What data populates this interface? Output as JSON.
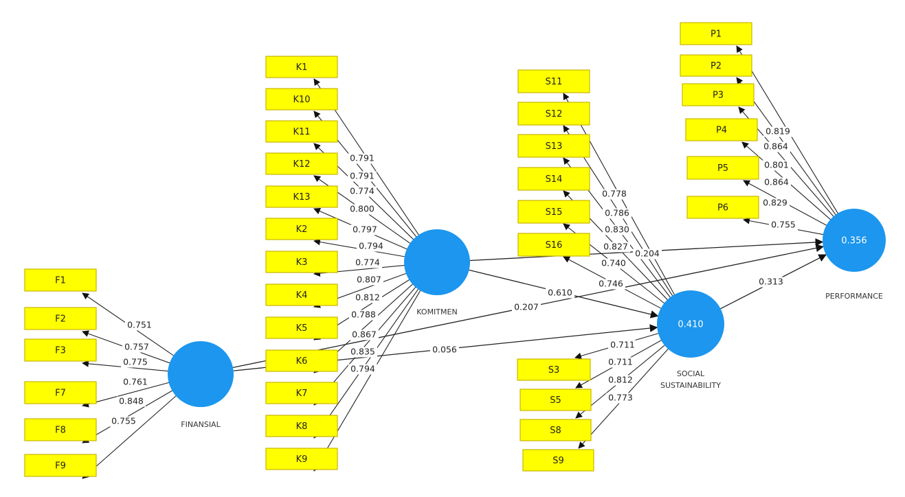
{
  "diagram": {
    "constructs": [
      {
        "id": "FINANSIAL",
        "name_lines": [
          "FINANSIAL"
        ],
        "r2": ""
      },
      {
        "id": "KOMITMEN",
        "name_lines": [
          "KOMITMEN"
        ],
        "r2": ""
      },
      {
        "id": "SOCIAL",
        "name_lines": [
          "SOCIAL",
          "SUSTAINABILITY"
        ],
        "r2": "0.410"
      },
      {
        "id": "PERFORMANCE",
        "name_lines": [
          "PERFORMANCE"
        ],
        "r2": "0.356"
      }
    ],
    "indicators": {
      "FINANSIAL": [
        {
          "label": "F1",
          "loading": "0.751"
        },
        {
          "label": "F2",
          "loading": "0.757"
        },
        {
          "label": "F3",
          "loading": "0.775"
        },
        {
          "label": "F7",
          "loading": "0.761"
        },
        {
          "label": "F8",
          "loading": "0.848"
        },
        {
          "label": "F9",
          "loading": "0.755"
        }
      ],
      "KOMITMEN": [
        {
          "label": "K1",
          "loading": "0.791"
        },
        {
          "label": "K10",
          "loading": "0.791"
        },
        {
          "label": "K11",
          "loading": "0.774"
        },
        {
          "label": "K12",
          "loading": "0.800"
        },
        {
          "label": "K13",
          "loading": "0.797"
        },
        {
          "label": "K2",
          "loading": "0.794"
        },
        {
          "label": "K3",
          "loading": "0.774"
        },
        {
          "label": "K4",
          "loading": "0.807"
        },
        {
          "label": "K5",
          "loading": "0.812"
        },
        {
          "label": "K6",
          "loading": "0.788"
        },
        {
          "label": "K7",
          "loading": "0.867"
        },
        {
          "label": "K8",
          "loading": "0.835"
        },
        {
          "label": "K9",
          "loading": "0.794"
        }
      ],
      "SOCIAL_TOP": [
        {
          "label": "S11",
          "loading": "0.778"
        },
        {
          "label": "S12",
          "loading": "0.786"
        },
        {
          "label": "S13",
          "loading": "0.830"
        },
        {
          "label": "S14",
          "loading": "0.827"
        },
        {
          "label": "S15",
          "loading": "0.740"
        },
        {
          "label": "S16",
          "loading": "0.746"
        }
      ],
      "SOCIAL_BOTTOM": [
        {
          "label": "S3",
          "loading": "0.711"
        },
        {
          "label": "S5",
          "loading": "0.711"
        },
        {
          "label": "S8",
          "loading": "0.812"
        },
        {
          "label": "S9",
          "loading": "0.773"
        }
      ],
      "PERFORMANCE": [
        {
          "label": "P1",
          "loading": "0.819"
        },
        {
          "label": "P2",
          "loading": "0.864"
        },
        {
          "label": "P3",
          "loading": "0.801"
        },
        {
          "label": "P4",
          "loading": "0.864"
        },
        {
          "label": "P5",
          "loading": "0.829"
        },
        {
          "label": "P6",
          "loading": "0.755"
        }
      ]
    },
    "paths": [
      {
        "from": "KOMITMEN",
        "to": "PERFORMANCE",
        "coef": "0.204"
      },
      {
        "from": "KOMITMEN",
        "to": "SOCIAL",
        "coef": "0.610"
      },
      {
        "from": "FINANSIAL",
        "to": "PERFORMANCE",
        "coef": "0.207"
      },
      {
        "from": "FINANSIAL",
        "to": "SOCIAL",
        "coef": "0.056"
      },
      {
        "from": "SOCIAL",
        "to": "PERFORMANCE",
        "coef": "0.313"
      }
    ]
  }
}
